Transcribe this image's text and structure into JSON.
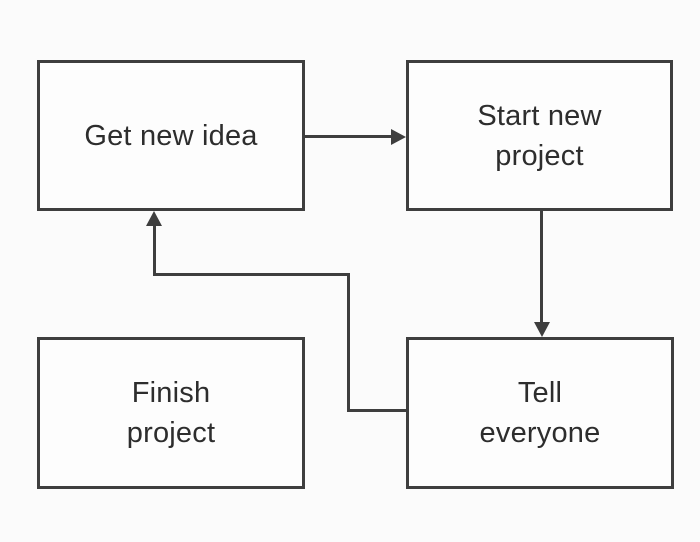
{
  "diagram": {
    "type": "flowchart",
    "nodes": [
      {
        "id": "get-new-idea",
        "label": "Get new idea",
        "lines": [
          "Get new idea"
        ]
      },
      {
        "id": "start-new-project",
        "label": "Start new project",
        "lines": [
          "Start new",
          "project"
        ]
      },
      {
        "id": "finish-project",
        "label": "Finish project",
        "lines": [
          "Finish",
          "project"
        ]
      },
      {
        "id": "tell-everyone",
        "label": "Tell everyone",
        "lines": [
          "Tell",
          "everyone"
        ]
      }
    ],
    "edges": [
      {
        "from": "get-new-idea",
        "to": "start-new-project",
        "direction": "right"
      },
      {
        "from": "start-new-project",
        "to": "tell-everyone",
        "direction": "down"
      },
      {
        "from": "tell-everyone",
        "to": "get-new-idea",
        "direction": "left-up-loop"
      }
    ],
    "colors": {
      "background": "#fbfbfb",
      "node_fill": "#fdfdfd",
      "line": "#3e3e3e",
      "text": "#2d2d2d"
    }
  }
}
